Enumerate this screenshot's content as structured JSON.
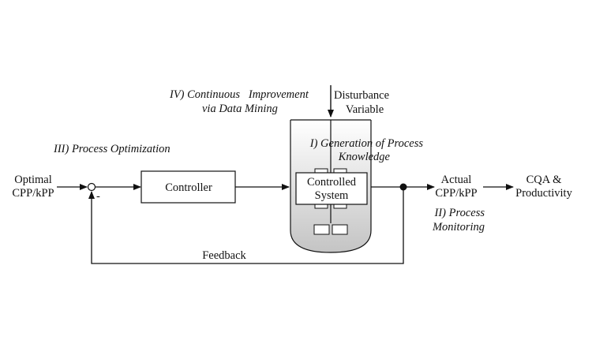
{
  "blocks": {
    "controller": "Controller",
    "controlled_system": [
      "Controlled",
      "System"
    ]
  },
  "inputs": {
    "optimal": [
      "Optimal",
      "CPP/kPP"
    ],
    "disturbance": [
      "Disturbance",
      "Variable"
    ]
  },
  "outputs": {
    "actual": [
      "Actual",
      "CPP/kPP"
    ],
    "cqa": [
      "CQA &",
      "Productivity"
    ]
  },
  "summing_junction": {
    "minus_sign": "-"
  },
  "feedback_label": "Feedback",
  "phases": {
    "I": [
      "I) Generation of Process",
      "Knowledge"
    ],
    "II": [
      "II) Process",
      "Monitoring"
    ],
    "III": "III) Process Optimization",
    "IV": [
      "IV) Continuous   Improvement",
      "via Data Mining"
    ]
  },
  "colors": {
    "line": "#111111",
    "vessel_fill_top": "#ffffff",
    "vessel_fill_bottom": "#c4c4c4",
    "box_fill": "#ffffff"
  }
}
